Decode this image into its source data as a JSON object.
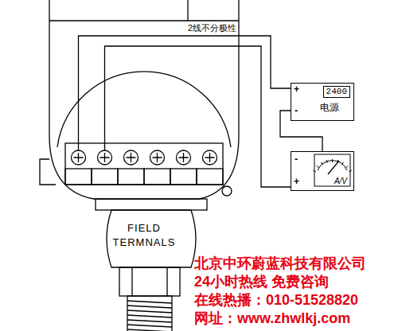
{
  "diagram": {
    "nodes": [
      {
        "text": [
          "FIELD TERMNALS"
        ]
      },
      {
        "text": [
          "2400",
          "电源"
        ]
      },
      {
        "text": [
          "A/V"
        ]
      }
    ],
    "edges": [
      {
        "from": 0,
        "to": 1,
        "arrow": "none"
      },
      {
        "from": 0,
        "to": 2,
        "arrow": "none"
      },
      {
        "from": 1,
        "to": 2,
        "arrow": "none"
      }
    ],
    "labels": [
      "2线不分极性",
      "+",
      "-",
      "-",
      "+",
      "北京中环蔚蓝科技有限公司",
      "24小时热线 免费咨询",
      "在线热播：010-51528820",
      "网址：www.zhwlkj.com"
    ]
  }
}
